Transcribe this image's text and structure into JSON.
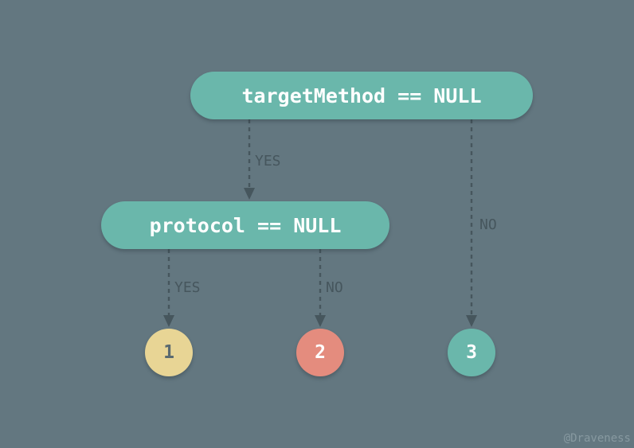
{
  "diagram": {
    "nodes": {
      "target_method_check": {
        "label": "targetMethod == NULL",
        "fill": "#6ab7ab",
        "text_color": "#ffffff"
      },
      "protocol_check": {
        "label": "protocol == NULL",
        "fill": "#6ab7ab",
        "text_color": "#ffffff"
      },
      "outcome_1": {
        "label": "1",
        "fill": "#e8d595",
        "text_color": "#5a6a70"
      },
      "outcome_2": {
        "label": "2",
        "fill": "#e48c7e",
        "text_color": "#ffffff"
      },
      "outcome_3": {
        "label": "3",
        "fill": "#6ab7ab",
        "text_color": "#ffffff"
      }
    },
    "edges": [
      {
        "from": "target_method_check",
        "to": "protocol_check",
        "label": "YES"
      },
      {
        "from": "target_method_check",
        "to": "outcome_3",
        "label": "NO"
      },
      {
        "from": "protocol_check",
        "to": "outcome_1",
        "label": "YES"
      },
      {
        "from": "protocol_check",
        "to": "outcome_2",
        "label": "NO"
      }
    ],
    "edge_color": "#46565d",
    "background": "#637780"
  },
  "watermark": "@Draveness"
}
